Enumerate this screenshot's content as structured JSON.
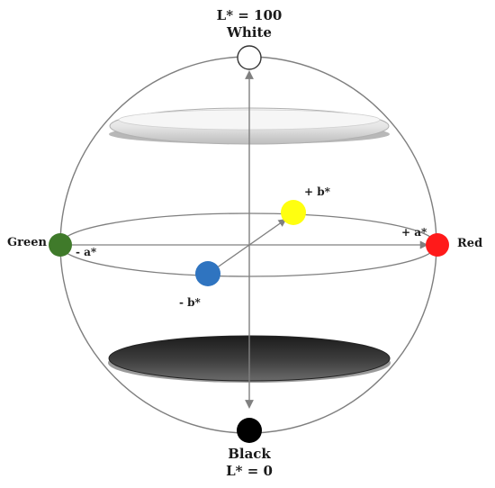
{
  "labels": {
    "top_value": "L* = 100",
    "top_name": "White",
    "bottom_name": "Black",
    "bottom_value": "L* = 0",
    "left_name": "Green",
    "left_axis": "- a*",
    "right_name": "Red",
    "right_axis": "+ a*",
    "b_positive": "+ b*",
    "b_negative": "- b*"
  },
  "poles": {
    "white": "#ffffff",
    "black": "#000000",
    "green": "#3f7a2a",
    "red": "#ff1a1a",
    "yellow": "#ffff10",
    "blue": "#2f74c0"
  },
  "discs": {
    "light": "#d9d9d9",
    "dark": "#3a3a3a"
  },
  "lines": {
    "sphere": "#7f7f7f",
    "axis": "#808080"
  }
}
